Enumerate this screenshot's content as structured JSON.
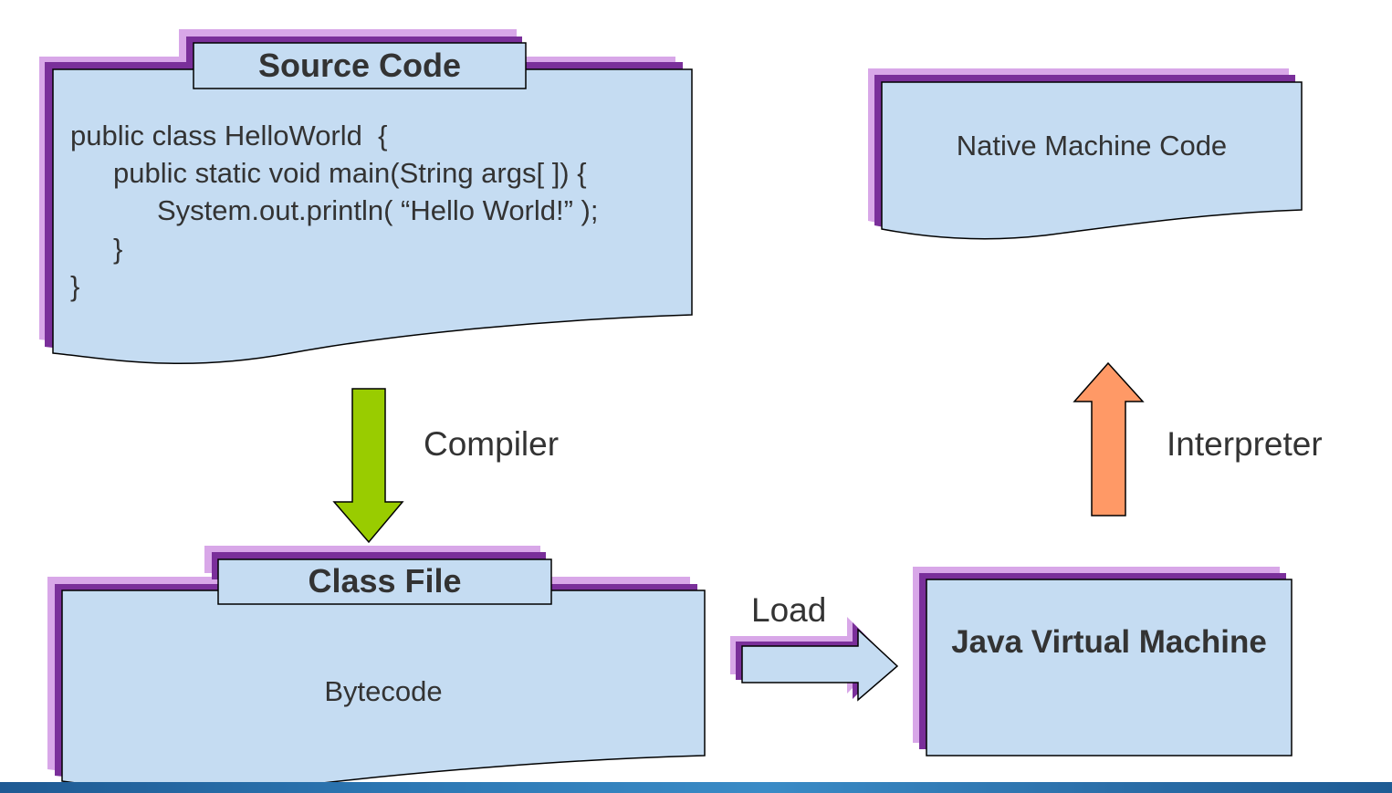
{
  "source_code": {
    "title": "Source Code",
    "lines": [
      "public class HelloWorld  {",
      "public static void main(String args[ ]) {",
      "System.out.println( “Hello World!” );",
      "}",
      "}"
    ]
  },
  "compiler": {
    "label": "Compiler"
  },
  "class_file": {
    "title": "Class File",
    "body": "Bytecode"
  },
  "load": {
    "label": "Load"
  },
  "jvm": {
    "title": "Java Virtual Machine"
  },
  "interpreter": {
    "label": "Interpreter"
  },
  "native": {
    "title": "Native Machine Code"
  },
  "colors": {
    "doc_fill": "#c5dcf2",
    "shadow_dark": "#7a2f9a",
    "shadow_light": "#d8a7e8",
    "compiler_arrow": "#99cc00",
    "interpreter_arrow": "#ff9966",
    "text": "#333333"
  },
  "icons": {
    "compiler_arrow": "down-arrow-icon",
    "load_arrow": "right-arrow-icon",
    "interpreter_arrow": "up-arrow-icon"
  }
}
